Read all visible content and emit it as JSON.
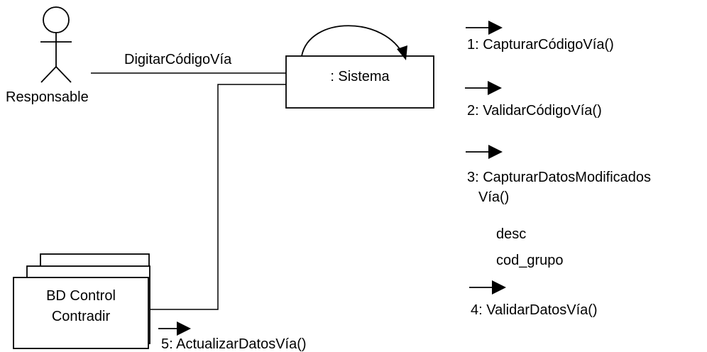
{
  "actor": {
    "label": "Responsable"
  },
  "system_object": {
    "label": ": Sistema"
  },
  "database": {
    "label_line1": "BD Control",
    "label_line2": "Contradir"
  },
  "link_label": "DigitarCódigoVía",
  "messages": [
    {
      "text": "1: CapturarCódigoVía()"
    },
    {
      "text": "2: ValidarCódigoVía()"
    },
    {
      "line1": "3: CapturarDatosModificados",
      "line2": "Vía()"
    },
    {
      "text": "4: ValidarDatosVía()"
    },
    {
      "text": "5: ActualizarDatosVía()"
    }
  ],
  "parameters": [
    "desc",
    "cod_grupo"
  ]
}
